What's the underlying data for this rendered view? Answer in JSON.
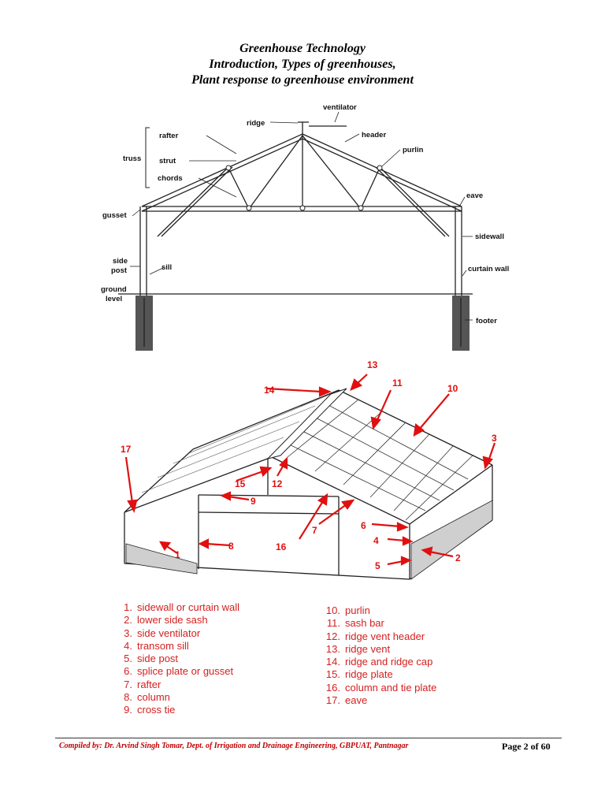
{
  "title": {
    "line1": "Greenhouse Technology",
    "line2": "Introduction, Types of greenhouses,",
    "line3": "Plant response to greenhouse environment"
  },
  "diagram1_labels": {
    "ventilator": "ventilator",
    "ridge": "ridge",
    "header": "header",
    "rafter": "rafter",
    "purlin": "purlin",
    "truss": "truss",
    "strut": "strut",
    "chords": "chords",
    "eave": "eave",
    "gusset": "gusset",
    "sidewall": "sidewall",
    "side": "side",
    "post": "post",
    "sill": "sill",
    "curtain_wall": "curtain wall",
    "ground": "ground",
    "level": "level",
    "footer": "footer"
  },
  "diagram2_numbers": [
    "1",
    "2",
    "3",
    "4",
    "5",
    "6",
    "7",
    "8",
    "9",
    "10",
    "11",
    "12",
    "13",
    "14",
    "15",
    "16",
    "17"
  ],
  "legend_left": [
    {
      "n": "1.",
      "text": "sidewall or curtain wall"
    },
    {
      "n": "2.",
      "text": "lower side sash"
    },
    {
      "n": "3.",
      "text": "side ventilator"
    },
    {
      "n": "4.",
      "text": "transom sill"
    },
    {
      "n": "5.",
      "text": "side post"
    },
    {
      "n": "6.",
      "text": "splice plate or gusset"
    },
    {
      "n": "7.",
      "text": "rafter"
    },
    {
      "n": "8.",
      "text": "column"
    },
    {
      "n": "9.",
      "text": "cross tie"
    }
  ],
  "legend_right": [
    {
      "n": "10.",
      "text": "purlin"
    },
    {
      "n": "11.",
      "text": "sash bar"
    },
    {
      "n": "12.",
      "text": "ridge vent header"
    },
    {
      "n": "13.",
      "text": "ridge vent"
    },
    {
      "n": "14.",
      "text": "ridge and ridge cap"
    },
    {
      "n": "15.",
      "text": "ridge plate"
    },
    {
      "n": "16.",
      "text": "column and tie plate"
    },
    {
      "n": "17.",
      "text": "eave"
    }
  ],
  "footer": {
    "credit": "Compiled by: Dr. Arvind Singh Tomar, Dept. of Irrigation and Drainage Engineering, GBPUAT, Pantnagar",
    "page": "Page 2 of 60"
  },
  "colors": {
    "label_red": "#e01010",
    "legend_red": "#d42020",
    "footer_red": "#c00000"
  }
}
